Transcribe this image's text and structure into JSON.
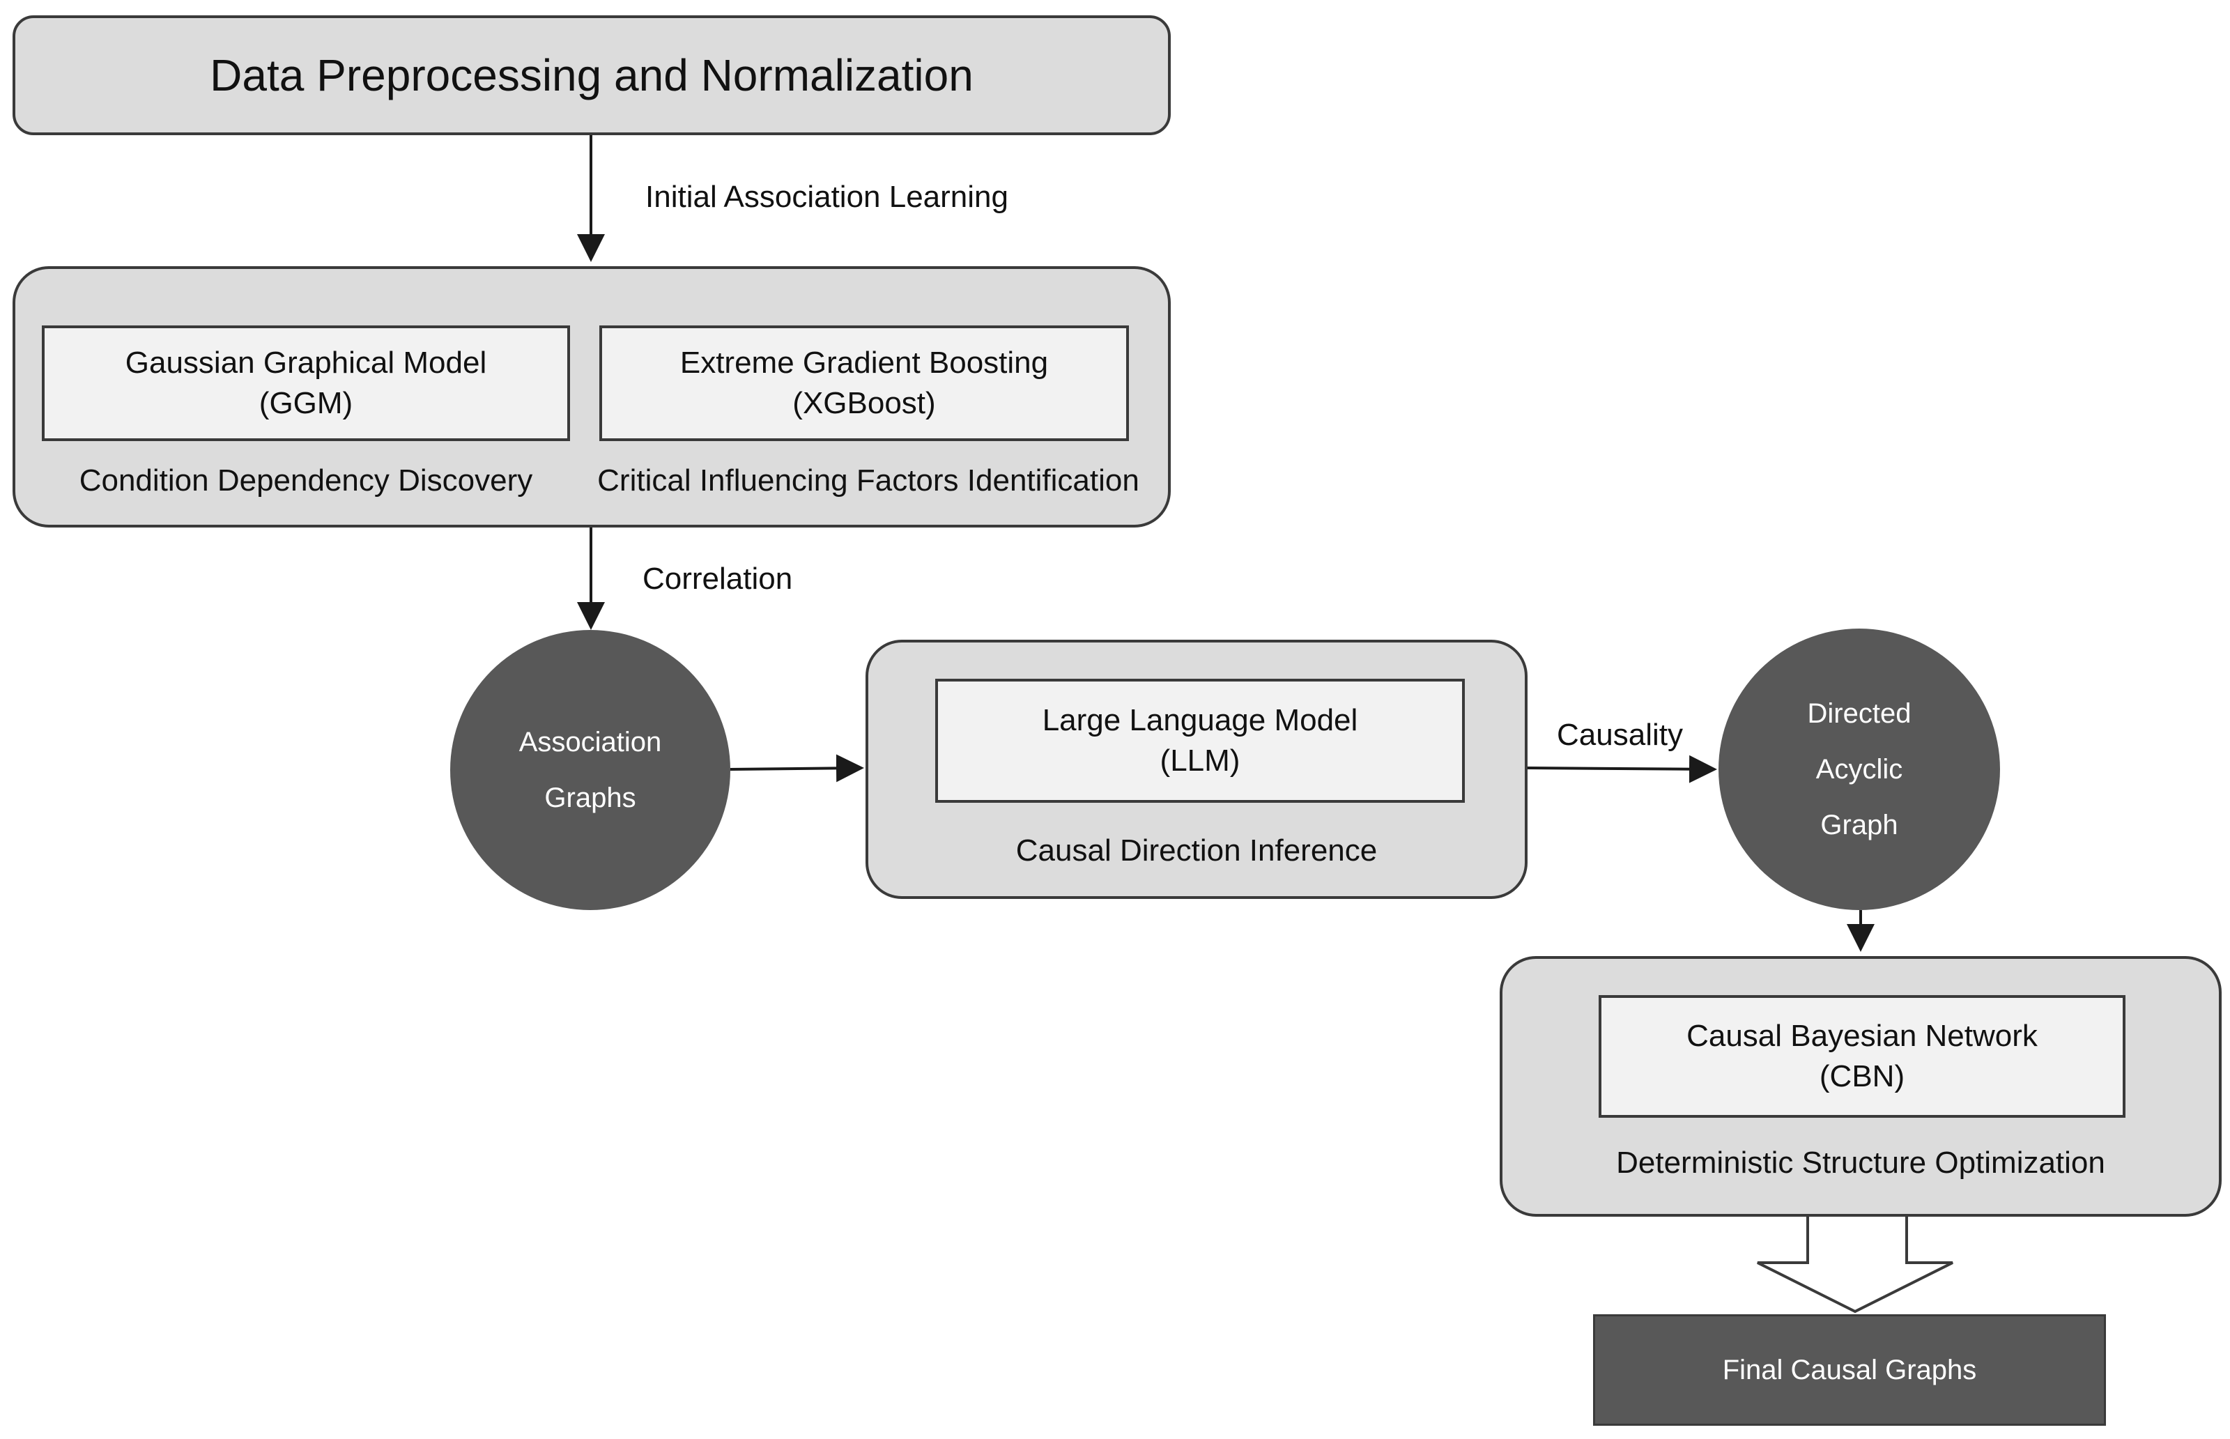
{
  "header": {
    "title": "Data Preprocessing and Normalization"
  },
  "edges": {
    "initial": "Initial Association Learning",
    "correlation": "Correlation",
    "causality": "Causality"
  },
  "learning": {
    "ggm": {
      "line1": "Gaussian Graphical Model",
      "line2": "(GGM)",
      "caption": "Condition Dependency Discovery"
    },
    "xgb": {
      "line1": "Extreme Gradient Boosting",
      "line2": "(XGBoost)",
      "caption": "Critical Influencing Factors Identification"
    }
  },
  "association": {
    "line1": "Association",
    "line2": "Graphs"
  },
  "llm": {
    "line1": "Large Language Model",
    "line2": "(LLM)",
    "caption": "Causal Direction Inference"
  },
  "dag": {
    "line1": "Directed",
    "line2": "Acyclic",
    "line3": "Graph"
  },
  "cbn": {
    "line1": "Causal Bayesian Network",
    "line2": "(CBN)",
    "caption": "Deterministic Structure Optimization"
  },
  "final": {
    "label": "Final Causal Graphs"
  },
  "colors": {
    "dark_node": "#585858",
    "group_fill": "#dcdcdc",
    "inner_fill": "#f2f2f2",
    "border": "#3a3a3a"
  }
}
